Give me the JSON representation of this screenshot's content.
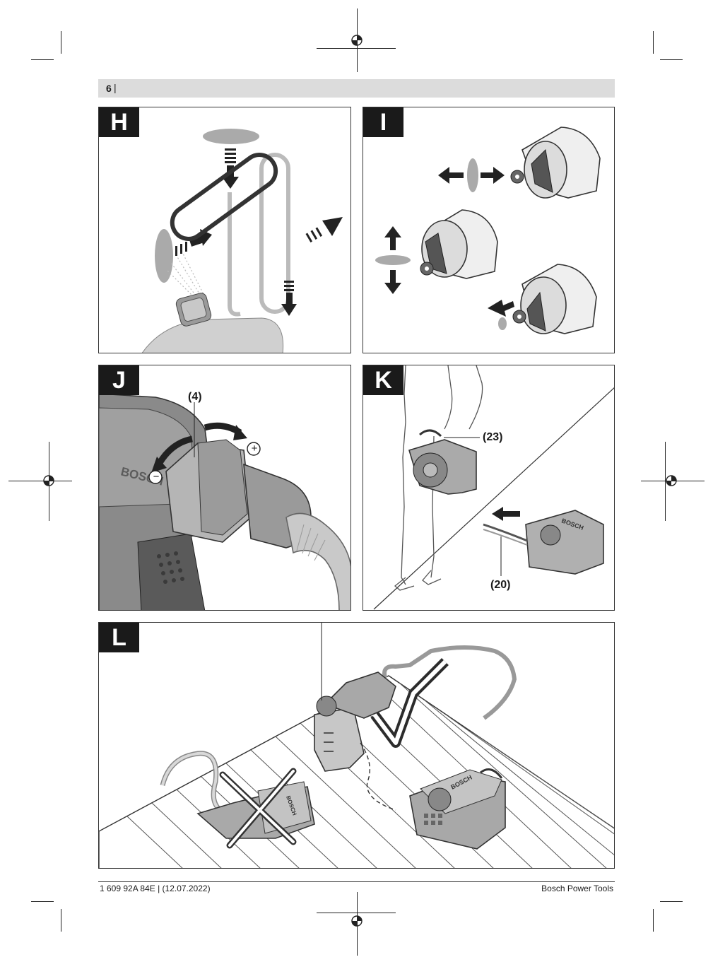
{
  "header": {
    "page_number": "6",
    "separator": "|"
  },
  "panels": {
    "h": {
      "letter": "H"
    },
    "i": {
      "letter": "I"
    },
    "j": {
      "letter": "J",
      "callout_4": "(4)",
      "plus_symbol": "+",
      "minus_symbol": "−",
      "brand_text": "BOSCH"
    },
    "k": {
      "letter": "K",
      "callout_23": "(23)",
      "callout_20": "(20)",
      "brand_text": "BOSCH"
    },
    "l": {
      "letter": "L",
      "brand_text": "BOSCH"
    }
  },
  "footer": {
    "doc_id": "1 609 92A 84E | (12.07.2022)",
    "publisher": "Bosch Power Tools"
  }
}
